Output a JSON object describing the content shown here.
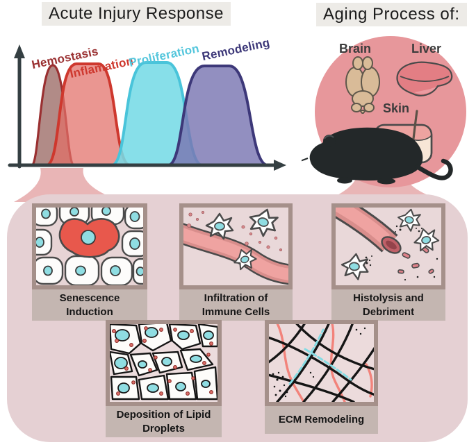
{
  "acute": {
    "title": "Acute Injury Response",
    "phases": [
      {
        "label": "Hemostasis",
        "color": "#9a3031"
      },
      {
        "label": "Inflamation",
        "color": "#ce382e"
      },
      {
        "label": "Proliferation",
        "color": "#54c6dc"
      },
      {
        "label": "Remodeling",
        "color": "#3d3879"
      }
    ]
  },
  "aging": {
    "title": "Aging Process of:",
    "organs": [
      {
        "label": "Brain"
      },
      {
        "label": "Liver"
      },
      {
        "label": "Skin"
      }
    ],
    "subject": "mouse"
  },
  "panels": [
    {
      "label": "Senescence Induction"
    },
    {
      "label": "Infiltration of Immune Cells"
    },
    {
      "label": "Histolysis and Debriment"
    },
    {
      "label": "Deposition of Lipid Droplets"
    },
    {
      "label": "ECM Remodeling"
    }
  ],
  "colors": {
    "box_background": "#e5d0d3",
    "circle_pink": "#e7979b",
    "funnel_pink": "#e9b5b6",
    "panel_frame": "#a5908a",
    "panel_label_bg": "#c4b6b1",
    "title_bg": "#edebe7",
    "cell_nucleus_cyan": "#8fdde2",
    "senescent_cell_red": "#e8584c",
    "vessel_pink": "#efa3a1"
  }
}
